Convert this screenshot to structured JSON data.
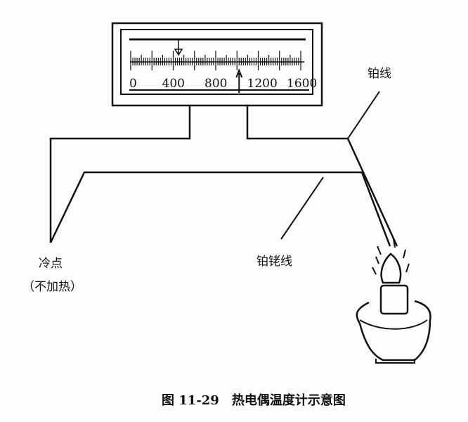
{
  "meter": {
    "scale_labels": [
      "0",
      "400",
      "800",
      "1200",
      "1600"
    ],
    "scale_min": 0,
    "scale_max": 1600,
    "pointer_value": 1020,
    "marker_value": 450
  },
  "labels": {
    "platinum_wire": "铂线",
    "platinum_rhodium_wire": "铂铑线",
    "cold_point": "冷点",
    "cold_point_note": "（不加热）"
  },
  "caption": "图 11-29　热电偶温度计示意图"
}
